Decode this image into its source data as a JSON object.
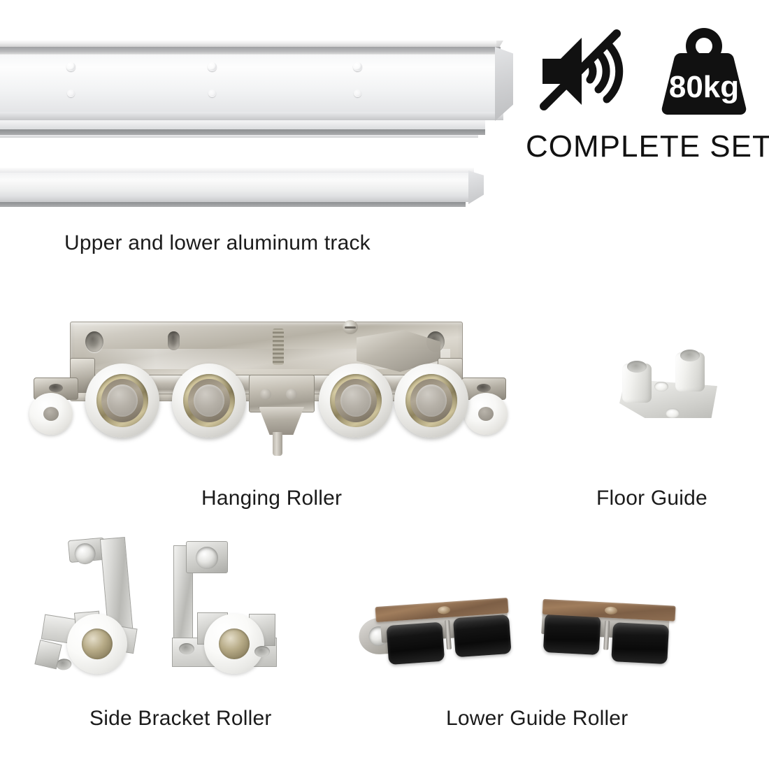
{
  "page": {
    "background_color": "#ffffff",
    "product_type": "Sliding door hardware kit"
  },
  "badges": {
    "headline": "COMPLETE SET",
    "icons": [
      {
        "name": "silent-mute-icon",
        "meaning": "Silent / quiet operation"
      },
      {
        "name": "weight-capacity-icon",
        "meaning": "Load capacity",
        "value": "80kg"
      }
    ],
    "weight_value": "80kg",
    "icon_color": "#111111",
    "headline_color": "#111111"
  },
  "parts": [
    {
      "id": "aluminum-track",
      "label": "Upper and lower aluminum track",
      "pieces": 2,
      "material_color": "#e9eaec"
    },
    {
      "id": "hanging-roller",
      "label": "Hanging Roller",
      "wheel_count": 4,
      "side_wheel_count": 2,
      "material_color": "#c6c1b5"
    },
    {
      "id": "floor-guide",
      "label": "Floor Guide",
      "post_count": 2,
      "material_color": "#e2e2df"
    },
    {
      "id": "side-bracket-roller",
      "label": "Side Bracket Roller",
      "pieces": 2,
      "material_color": "#d9d9d6"
    },
    {
      "id": "lower-guide-roller",
      "label": "Lower Guide Roller",
      "pieces": 2,
      "wheel_color": "#111111",
      "plate_color": "#8a6a4f"
    }
  ],
  "labels": {
    "track": "Upper and lower aluminum track",
    "hanging_roller": "Hanging Roller",
    "floor_guide": "Floor Guide",
    "side_bracket_roller": "Side Bracket Roller",
    "lower_guide_roller": "Lower Guide Roller"
  }
}
